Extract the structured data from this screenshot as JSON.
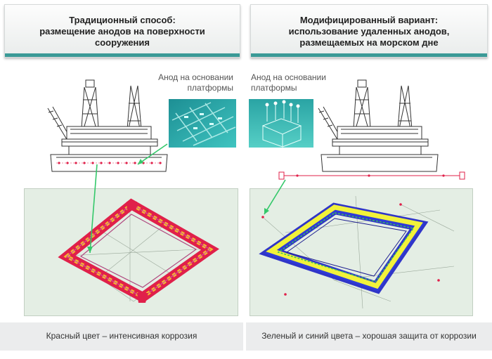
{
  "header_left": {
    "line1": "Традиционный способ:",
    "line2": "размещение анодов на поверхности",
    "line3": "сооружения"
  },
  "header_right": {
    "line1": "Модифицированный вариант:",
    "line2": "использование удаленных анодов,",
    "line3": "размещаемых на морском дне"
  },
  "anode_label_left": {
    "line1": "Анод на основании",
    "line2": "платформы"
  },
  "anode_label_right": {
    "line1": "Анод на основании",
    "line2": "платформы"
  },
  "caption_left": "Красный цвет – интенсивная коррозия",
  "caption_right": "Зеленый и синий цвета – хорошая защита от коррозии",
  "colors": {
    "accent": "#3a9a96",
    "corrosion_red": "#e0204a",
    "protection_blue": "#3035c8",
    "protection_yellow": "#f2f23a",
    "panel_bg": "#e4eee4",
    "thumb_teal": "#2fb4b4"
  }
}
